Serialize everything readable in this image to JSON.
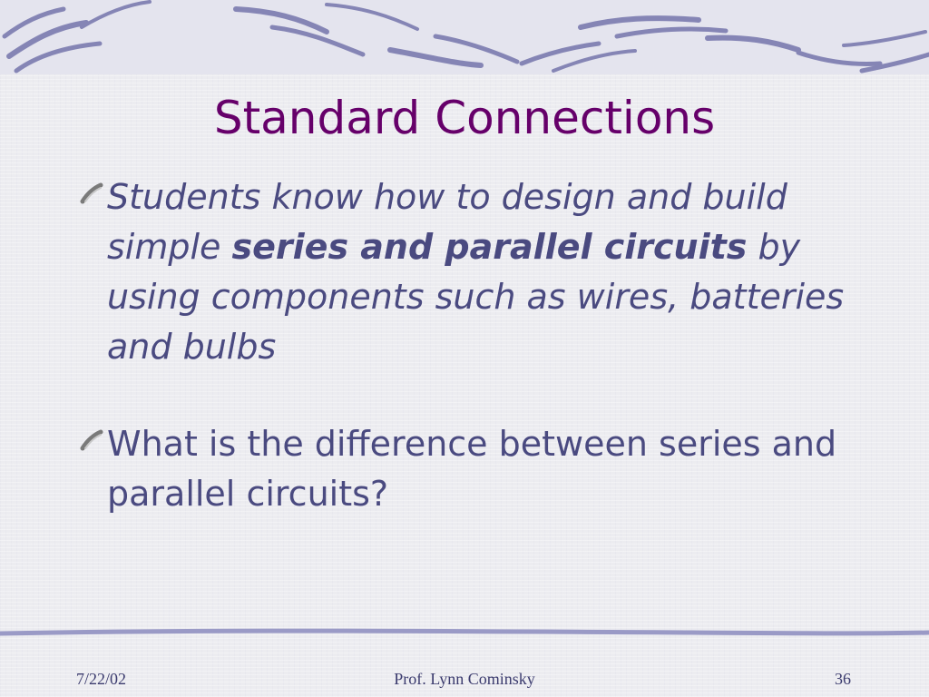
{
  "slide": {
    "title": "Standard Connections",
    "bullets": [
      {
        "part1": "Students know how to design and build simple ",
        "bold": "series and parallel circuits",
        "part2": " by using components such as wires, batteries and bulbs"
      },
      {
        "text": "What is the difference between series and parallel circuits?"
      }
    ],
    "footer": {
      "date": "7/22/02",
      "author": "Prof. Lynn Cominsky",
      "page": "36"
    }
  },
  "colors": {
    "title": "#66006a",
    "body": "#4a4a80",
    "accent": "#8a8ab8"
  }
}
